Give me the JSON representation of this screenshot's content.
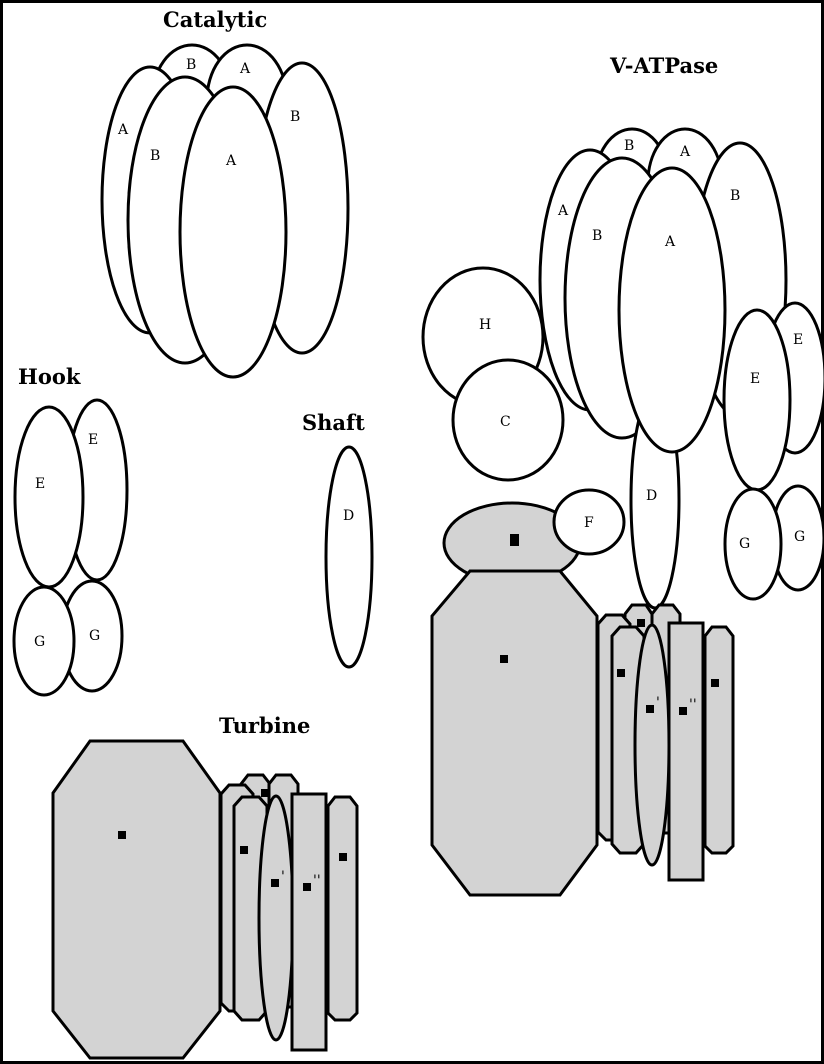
{
  "titles": {
    "catalytic": "Catalytic",
    "v_atpase": "V-ATPase",
    "hook": "Hook",
    "shaft": "Shaft",
    "turbine": "Turbine"
  },
  "subunits": {
    "A": "A",
    "B": "B",
    "C": "C",
    "D": "D",
    "E": "E",
    "F": "F",
    "G": "G",
    "H": "H"
  },
  "marks": {
    "prime": "'",
    "double_prime": "''"
  },
  "colors": {
    "membrane_fill": "#d3d3d3",
    "outline": "#000000",
    "background": "#ffffff"
  }
}
